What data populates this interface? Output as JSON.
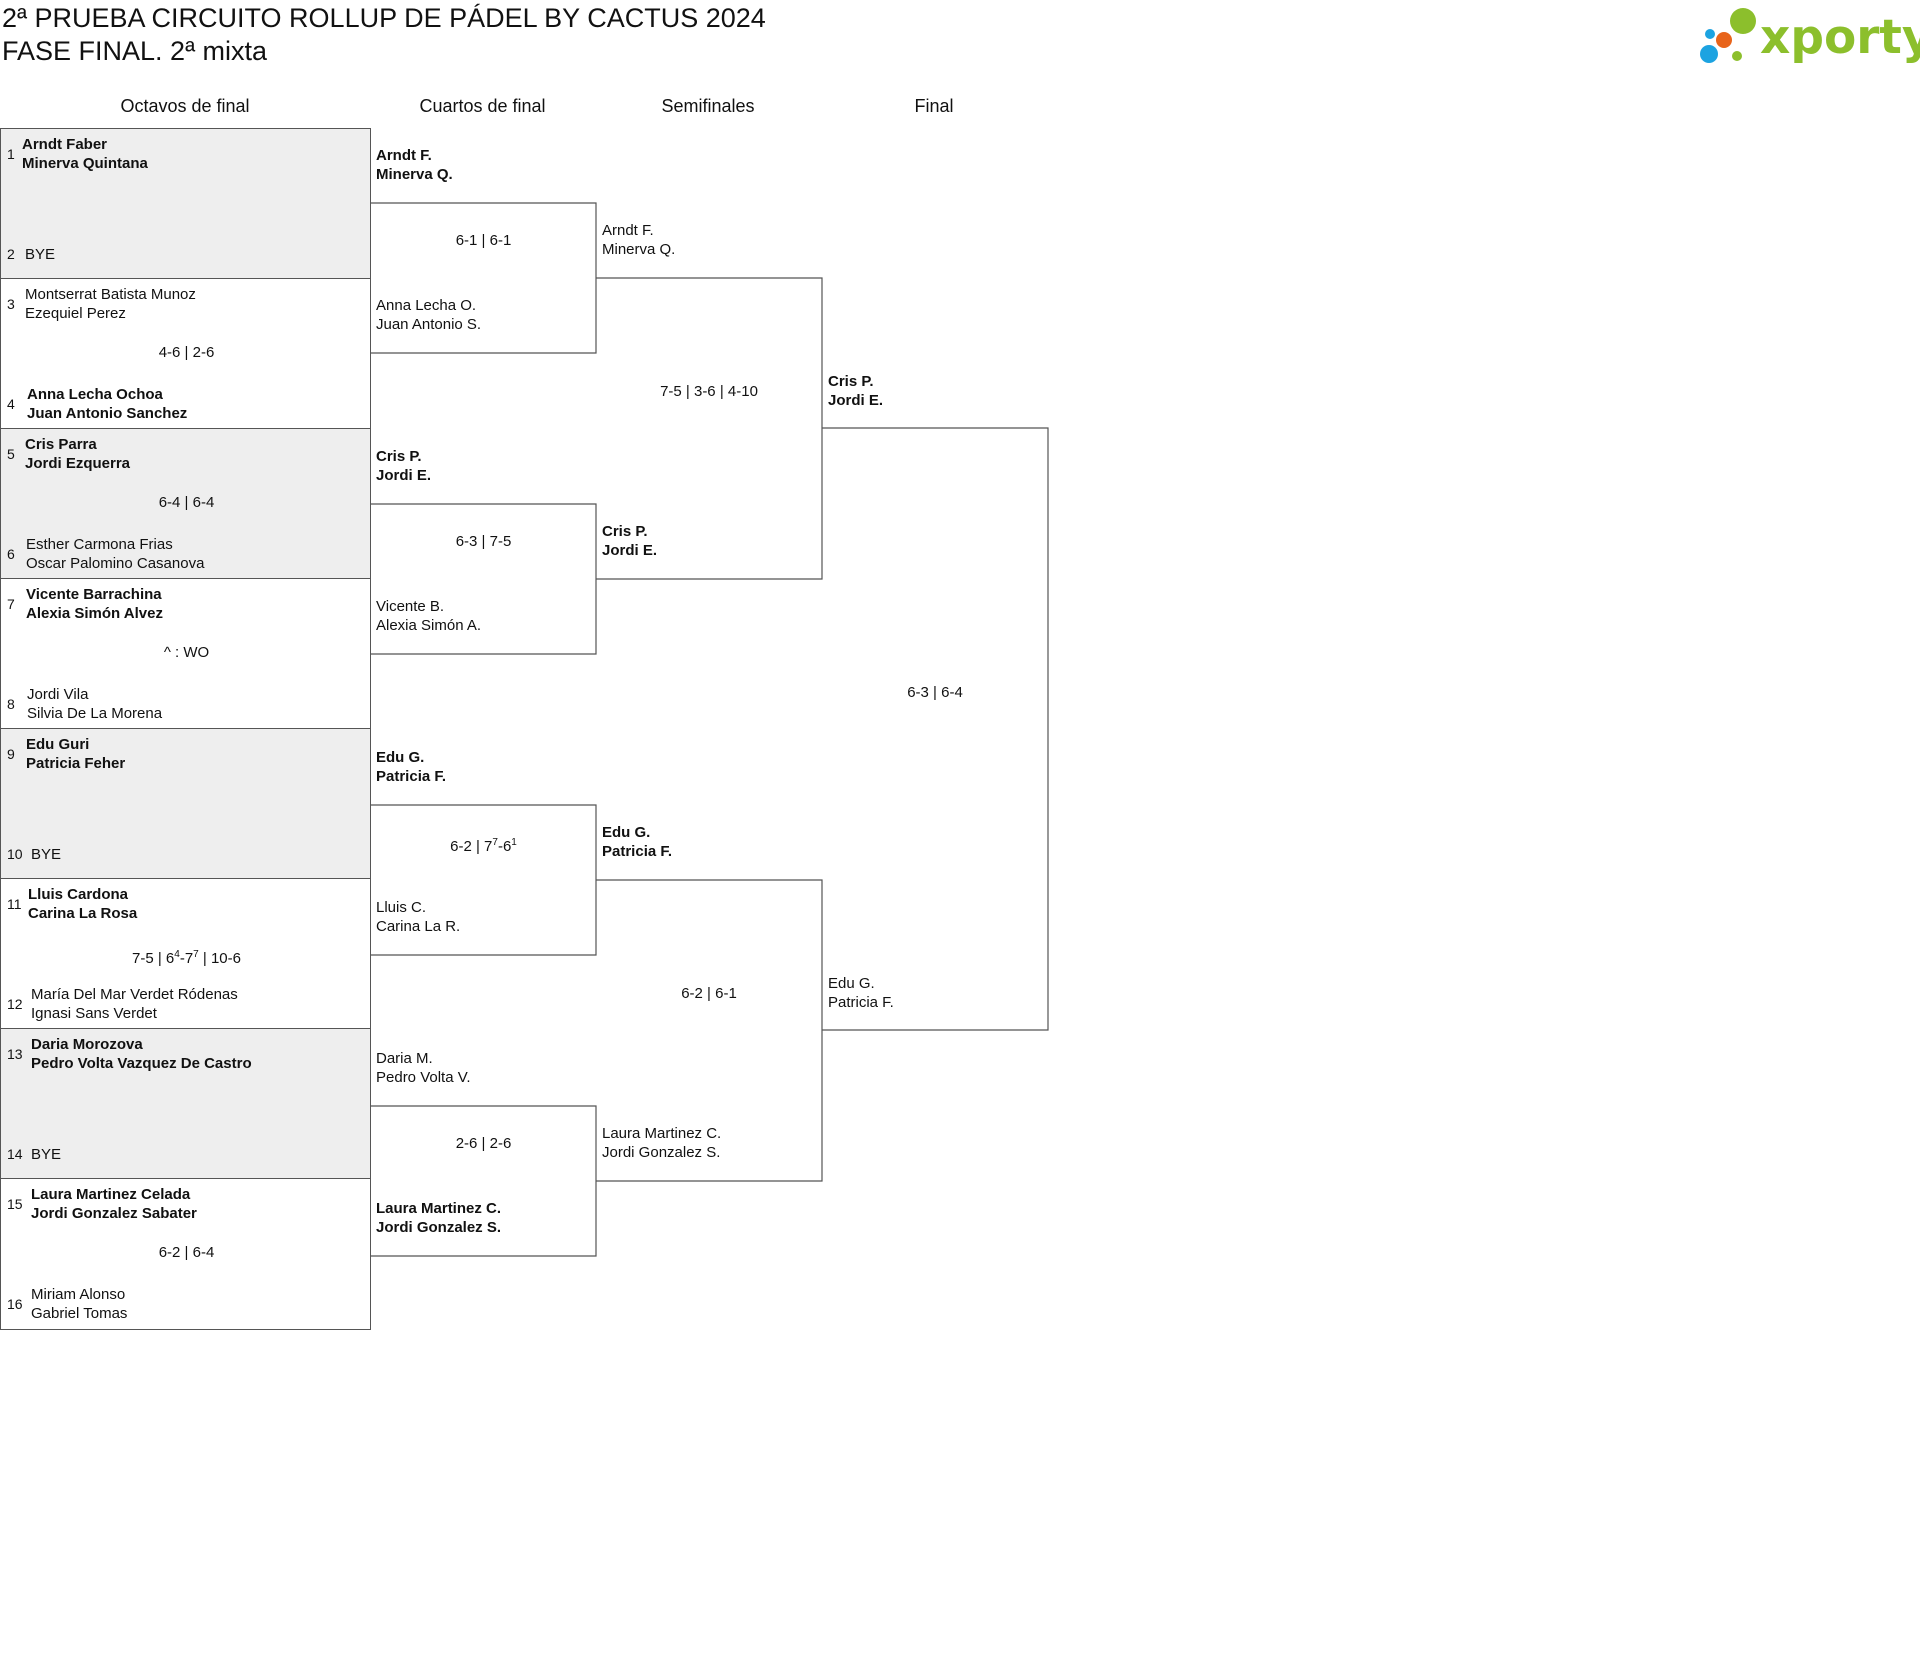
{
  "header": {
    "title_line1": "2ª PRUEBA CIRCUITO ROLLUP DE PÁDEL BY CACTUS 2024",
    "title_line2": "FASE FINAL. 2ª mixta",
    "logo_text": "xporty",
    "logo_colors": [
      "#1ca3e1",
      "#e8641b",
      "#8cbf2c"
    ]
  },
  "rounds": [
    "Octavos de final",
    "Cuartos de final",
    "Semifinales",
    "Final"
  ],
  "r16": {
    "seeds": [
      "1",
      "2",
      "3",
      "4",
      "5",
      "6",
      "7",
      "8",
      "9",
      "10",
      "11",
      "12",
      "13",
      "14",
      "15",
      "16"
    ],
    "entries": [
      [
        "Arndt Faber",
        "Minerva Quintana"
      ],
      [
        "BYE"
      ],
      [
        "Montserrat Batista Munoz",
        "Ezequiel Perez"
      ],
      [
        "Anna Lecha Ochoa",
        "Juan Antonio Sanchez"
      ],
      [
        "Cris Parra",
        "Jordi Ezquerra"
      ],
      [
        "Esther Carmona Frias",
        "Oscar Palomino Casanova"
      ],
      [
        "Vicente Barrachina",
        "Alexia Simón Alvez"
      ],
      [
        "Jordi Vila",
        "Silvia De La Morena"
      ],
      [
        "Edu Guri",
        "Patricia Feher"
      ],
      [
        "BYE"
      ],
      [
        "Lluis Cardona",
        "Carina La Rosa"
      ],
      [
        "María Del Mar Verdet Ródenas",
        "Ignasi Sans Verdet"
      ],
      [
        "Daria Morozova",
        "Pedro Volta Vazquez De Castro"
      ],
      [
        "BYE"
      ],
      [
        "Laura Martinez Celada",
        "Jordi Gonzalez Sabater"
      ],
      [
        "Miriam Alonso",
        "Gabriel Tomas"
      ]
    ],
    "scores": [
      "",
      "4-6 | 2-6",
      "6-4 | 6-4",
      "^ : WO",
      "",
      "7-5 | 6⁴-7⁷ | 10-6",
      "",
      "6-2 | 6-4"
    ]
  },
  "qf": {
    "entries": [
      [
        "Arndt F.",
        "Minerva Q."
      ],
      [
        "Anna Lecha O.",
        "Juan Antonio S."
      ],
      [
        "Cris P.",
        "Jordi E."
      ],
      [
        "Vicente B.",
        "Alexia Simón A."
      ],
      [
        "Edu G.",
        "Patricia F."
      ],
      [
        "Lluis C.",
        "Carina La R."
      ],
      [
        "Daria M.",
        "Pedro Volta V."
      ],
      [
        "Laura Martinez C.",
        "Jordi Gonzalez S."
      ]
    ],
    "scores": [
      "6-1 | 6-1",
      "6-3 | 7-5",
      "6-2 | 7⁷-6¹",
      "2-6 | 2-6"
    ]
  },
  "sf": {
    "entries": [
      [
        "Arndt F.",
        "Minerva Q."
      ],
      [
        "Cris P.",
        "Jordi E."
      ],
      [
        "Edu G.",
        "Patricia F."
      ],
      [
        "Laura Martinez C.",
        "Jordi Gonzalez S."
      ]
    ],
    "scores": [
      "7-5 | 3-6 | 4-10",
      "6-2 | 6-1"
    ]
  },
  "final": {
    "entries": [
      [
        "Cris P.",
        "Jordi E."
      ],
      [
        "Edu G.",
        "Patricia F."
      ]
    ],
    "score": "6-3 | 6-4"
  }
}
